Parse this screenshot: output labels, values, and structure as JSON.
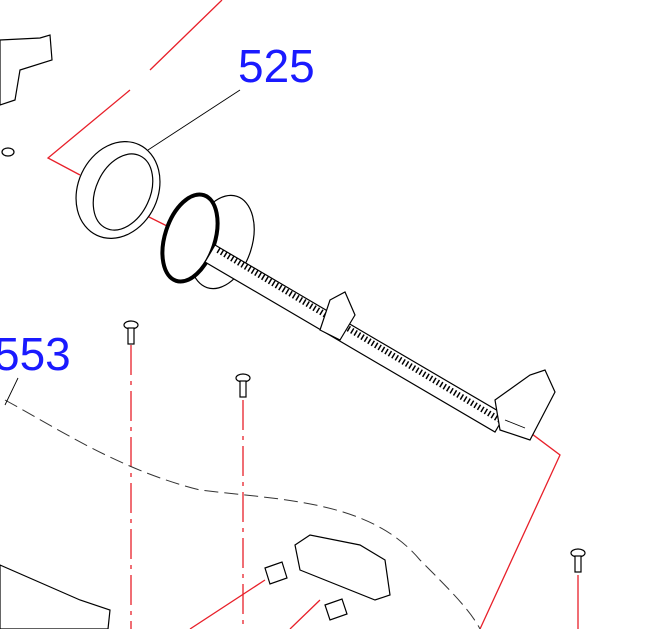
{
  "diagram": {
    "callouts": [
      {
        "id": "525",
        "label": "525"
      },
      {
        "id": "553",
        "label": "553"
      }
    ],
    "colors": {
      "callout": "#1a1aff",
      "guide_line": "#e8202a",
      "part_line": "#000000"
    }
  }
}
